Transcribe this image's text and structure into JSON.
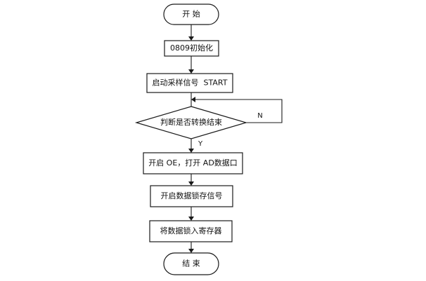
{
  "flowchart": {
    "start": "开 始",
    "init": "0809初始化",
    "start_sampling": "启动采样信号  START",
    "decision": "判断是否转换结束",
    "branch_no": "N",
    "branch_yes": "Y",
    "enable_output": "开启 OE，打开 AD数据口",
    "latch_signal": "开启数据锁存信号",
    "store_register": "将数据锁入寄存器",
    "end": "结 束"
  }
}
